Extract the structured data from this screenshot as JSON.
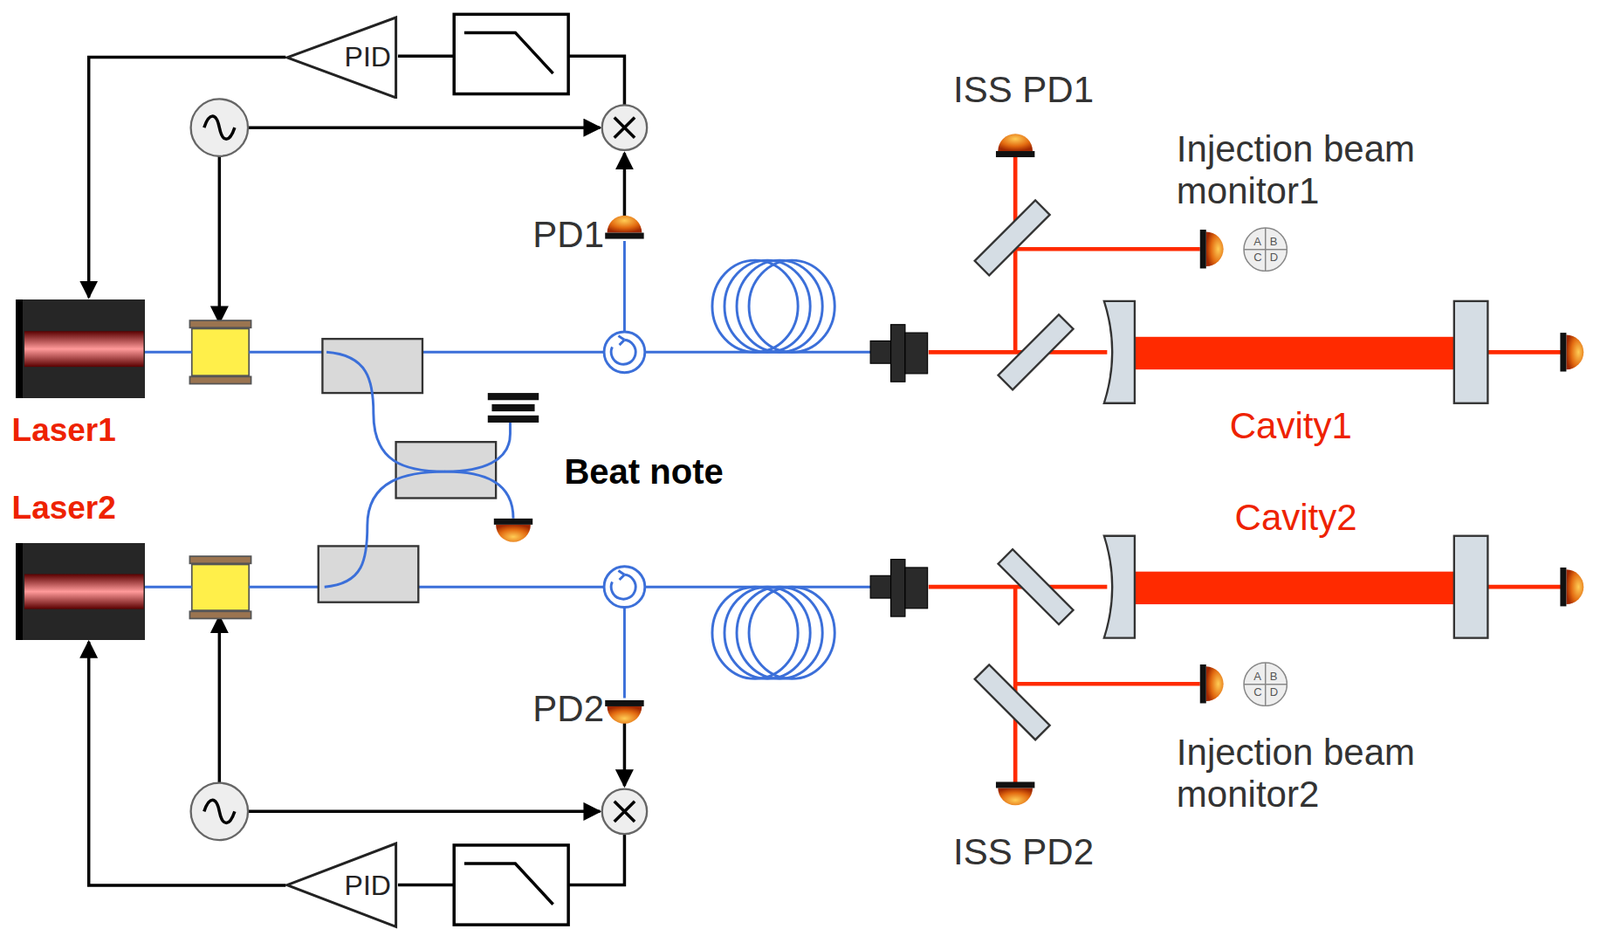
{
  "diagram": {
    "nodes": [
      {
        "text": [
          "PID"
        ]
      },
      {
        "text": [
          "Laser1"
        ]
      },
      {
        "text": [
          "A",
          "B",
          "C",
          "D"
        ]
      },
      {
        "text": [
          "Laser2"
        ]
      },
      {
        "text": [
          "A",
          "B",
          "C",
          "D"
        ]
      },
      {
        "text": [
          "PID"
        ]
      }
    ],
    "edges": [
      {
        "from": 0,
        "to": 1,
        "arrow": "to"
      },
      {
        "from": 5,
        "to": 3,
        "arrow": "to"
      }
    ],
    "labels": [
      "PD1",
      "PD2",
      "ISS PD1",
      "ISS PD2",
      "Injection beam monitor1",
      "Injection beam monitor2",
      "Cavity1",
      "Cavity2",
      "Beat note"
    ]
  }
}
